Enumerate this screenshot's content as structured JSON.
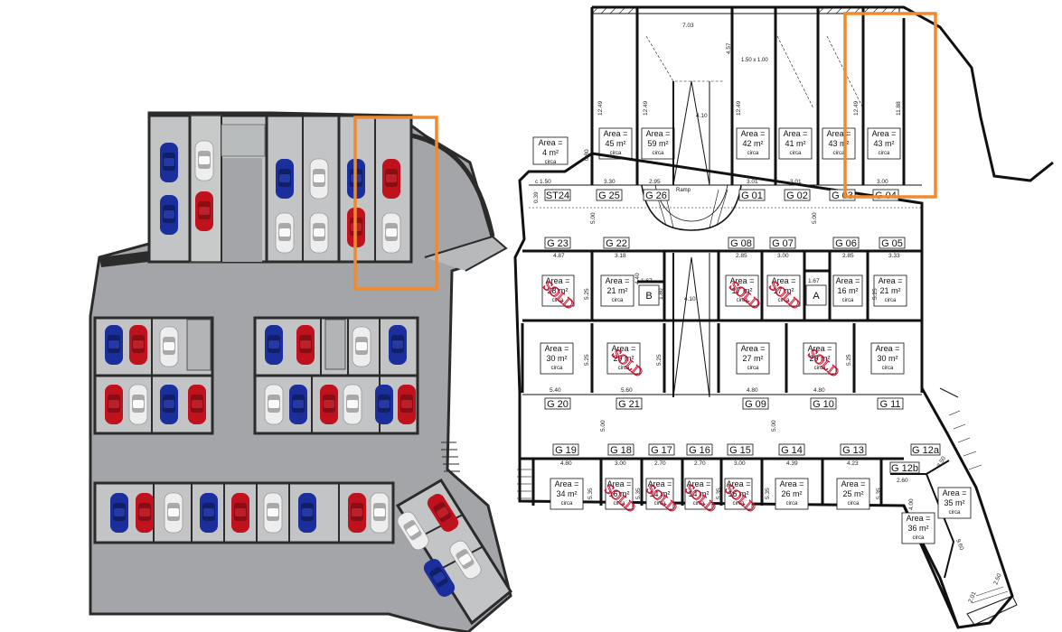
{
  "colors": {
    "floor": "#a3a5a8",
    "wall": "#2b2b2b",
    "stall": "#c2c4c6",
    "highlight": "#f08a2c",
    "car_red": "#c0121d",
    "car_blue": "#1a2e9c",
    "car_white": "#eeeeee",
    "sold": "#c8102e",
    "plan_line": "#111111"
  },
  "area_word": "Area =",
  "unit": "m²",
  "circa": "circa",
  "sold_label": "SOLD",
  "rooms": [
    {
      "id": "st_area",
      "area": "4"
    },
    {
      "id": "g25_room",
      "area": "45"
    },
    {
      "id": "g26_room",
      "area": "59"
    },
    {
      "id": "g01_room",
      "area": "42"
    },
    {
      "id": "g02_room",
      "area": "41"
    },
    {
      "id": "g03_room",
      "area": "43"
    },
    {
      "id": "g04_room",
      "area": "43"
    },
    {
      "id": "g23_room",
      "area": "28"
    },
    {
      "id": "g22_room",
      "area": "21"
    },
    {
      "id": "g08_room",
      "area": "17"
    },
    {
      "id": "g07_room",
      "area": "17"
    },
    {
      "id": "g06_room",
      "area": "16"
    },
    {
      "id": "g05_room",
      "area": "21"
    },
    {
      "id": "g20_room",
      "area": "30"
    },
    {
      "id": "g21_room",
      "area": "29"
    },
    {
      "id": "g09_room",
      "area": "27"
    },
    {
      "id": "g10_room",
      "area": "29"
    },
    {
      "id": "g11_room",
      "area": "30"
    },
    {
      "id": "g19_room",
      "area": "34"
    },
    {
      "id": "g18_room",
      "area": "16"
    },
    {
      "id": "g17_room",
      "area": "14"
    },
    {
      "id": "g16_room",
      "area": "14"
    },
    {
      "id": "g15_room",
      "area": "16"
    },
    {
      "id": "g14_room",
      "area": "26"
    },
    {
      "id": "g13_room",
      "area": "25"
    },
    {
      "id": "g12b_room",
      "area": "36"
    },
    {
      "id": "g12a_room",
      "area": "35"
    }
  ],
  "garages": {
    "st24": "ST24",
    "g25": "G 25",
    "g26": "G 26",
    "g01": "G 01",
    "g02": "G 02",
    "g03": "G 03",
    "g04": "G 04",
    "g23": "G 23",
    "g22": "G 22",
    "g08": "G 08",
    "g07": "G 07",
    "g06": "G 06",
    "g05": "G 05",
    "g20": "G 20",
    "g21": "G 21",
    "g09": "G 09",
    "g10": "G 10",
    "g11": "G 11",
    "g19": "G 19",
    "g18": "G 18",
    "g17": "G 17",
    "g16": "G 16",
    "g15": "G 15",
    "g14": "G 14",
    "g13": "G 13",
    "g12a": "G 12a",
    "g12b": "G 12b"
  },
  "storage": {
    "a": "A",
    "b": "B"
  },
  "dims": {
    "top_7_03": "7.03",
    "top_4_57": "4.57",
    "ramp_4_10_top": "4.10",
    "ramp_4_10_mid": "4.10",
    "h12_49_a": "12.49",
    "h12_49_b": "12.49",
    "h12_49_c": "12.49",
    "h12_49_d": "12.49",
    "h11_88": "11.88",
    "w3_30": "3.30",
    "w2_95": "2.95",
    "w3_01_a": "3.01",
    "w3_01_b": "3.01",
    "w3_00_top": "3.00",
    "w1_50": "c 1.50",
    "d0_80": "0.80",
    "d0_39": "0.39",
    "d5_00_a": "5.00",
    "d5_00_b": "5.00",
    "w4_87": "4.87",
    "w3_18": "3.18",
    "w2_85": "2.85",
    "w3_00_b": "3.00",
    "w2_85_b": "2.85",
    "w3_33": "3.33",
    "h5_25_a": "5.25",
    "h5_25_b": "5.25",
    "h5_25_c": "5.25",
    "h5_25_d": "5.25",
    "h5_25_e": "5.25",
    "h4_40": "4.40",
    "w1_67_a": "1.67",
    "w1_67_b": "1.67",
    "w1_80": "1.80",
    "w5_40": "5.40",
    "w5_60": "5.60",
    "w4_80_a": "4.80",
    "w4_80_b": "4.80",
    "d5_00_c": "5.00",
    "d5_00_d": "5.00",
    "w4_80_c": "4.80",
    "w3_00_c": "3.00",
    "w2_70_a": "2.70",
    "w2_70_b": "2.70",
    "w3_00_d": "3.00",
    "w4_39": "4.39",
    "w4_23": "4.23",
    "h5_35_a": "5.35",
    "h5_35_b": "5.35",
    "h5_35_c": "5.35",
    "h5_35_d": "5.35",
    "h5_35_e": "5.35",
    "w2_60": "2.60",
    "w3_50": "3.50",
    "h4_00": "4.00",
    "w9_60": "9.60",
    "w2_01": "2.01",
    "w2_50": "2.50"
  },
  "ramp_note": "Ramp",
  "small_note": "1.50 x 1.00"
}
